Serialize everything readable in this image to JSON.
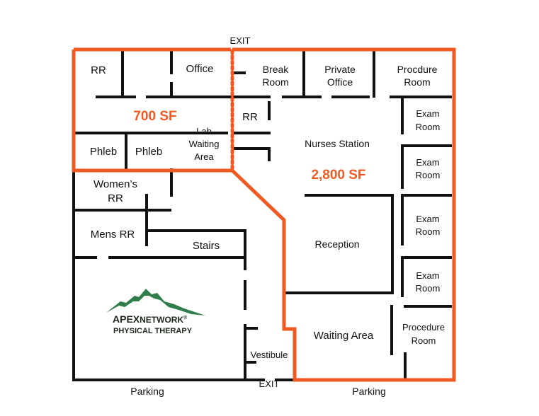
{
  "colors": {
    "wall": "#111111",
    "highlight": "#f05a22",
    "logo": "#2e7d4a",
    "logo_text": "#1a2a1a"
  },
  "areas": {
    "small_area": "700 SF",
    "large_area": "2,800 SF"
  },
  "rooms": {
    "rr_top": "RR",
    "office": "Office",
    "break_room": [
      "Break",
      "Room"
    ],
    "private_office": [
      "Private",
      "Office"
    ],
    "procedure_room_top": [
      "Procdure",
      "Room"
    ],
    "rr_mid": "RR",
    "lab_waiting": [
      "Lab",
      "Waiting",
      "Area"
    ],
    "phleb_1": "Phleb",
    "phleb_2": "Phleb",
    "nurses_station": "Nurses Station",
    "exam_1": [
      "Exam",
      "Room"
    ],
    "exam_2": [
      "Exam",
      "Room"
    ],
    "exam_3": [
      "Exam",
      "Room"
    ],
    "exam_4": [
      "Exam",
      "Room"
    ],
    "womens_rr": [
      "Women’s",
      "RR"
    ],
    "mens_rr": "Mens RR",
    "stairs": "Stairs",
    "reception": "Reception",
    "waiting_area": "Waiting Area",
    "procedure_room_bottom": [
      "Procedure",
      "Room"
    ],
    "vestibule": "Vestibule"
  },
  "exits": {
    "top": "EXIT",
    "bottom": "EXIT"
  },
  "parking": {
    "left": "Parking",
    "right": "Parking"
  },
  "logo": {
    "brand_prefix": "Apex",
    "brand_suffix": "Network",
    "brand_mark": "®",
    "subtitle": "PHYSICAL THERAPY",
    "icon": "mountain-icon"
  }
}
